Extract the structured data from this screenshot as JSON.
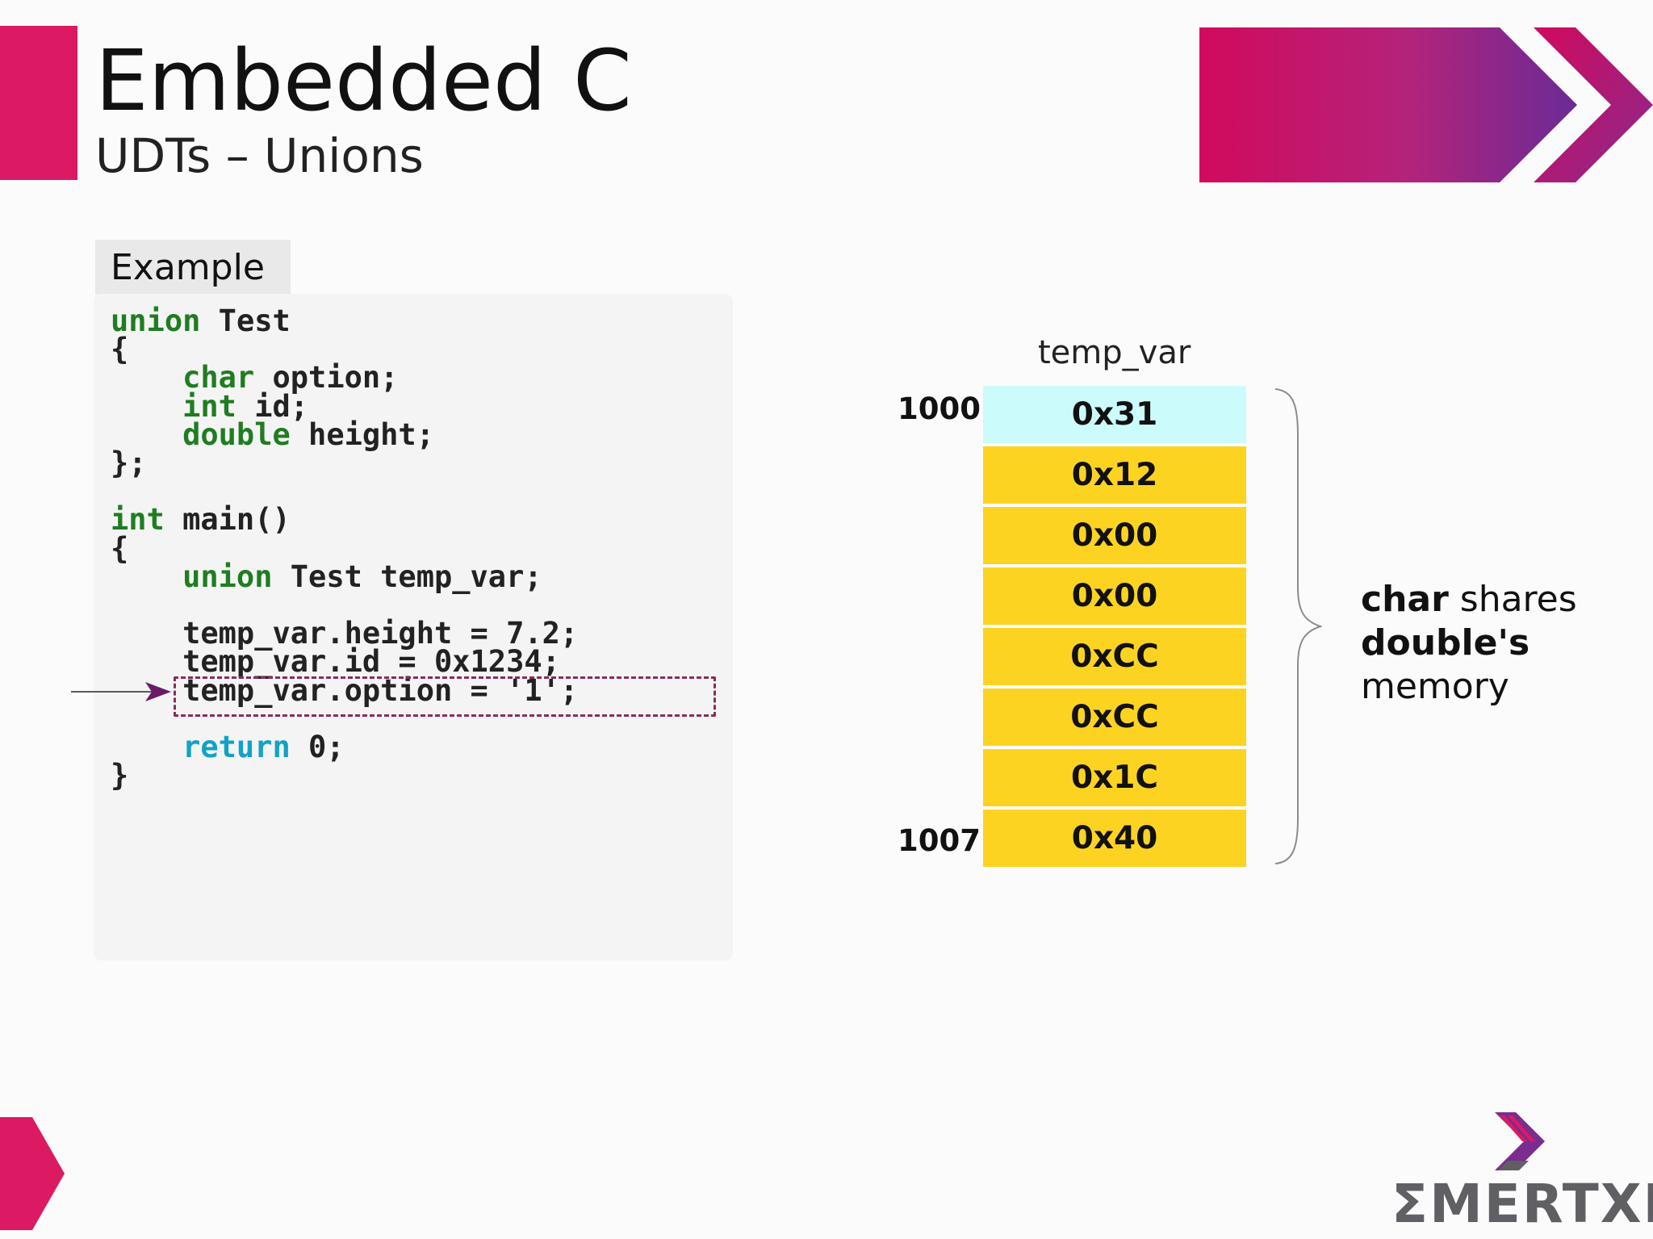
{
  "header": {
    "title": "Embedded C",
    "subtitle": "UDTs – Unions"
  },
  "example": {
    "label": "Example",
    "code_lines": [
      [
        {
          "t": "union",
          "c": "kw-green"
        },
        {
          "t": " Test"
        }
      ],
      [
        {
          "t": "{"
        }
      ],
      [
        {
          "t": "    "
        },
        {
          "t": "char",
          "c": "kw-green"
        },
        {
          "t": " option;"
        }
      ],
      [
        {
          "t": "    "
        },
        {
          "t": "int",
          "c": "kw-green"
        },
        {
          "t": " id;"
        }
      ],
      [
        {
          "t": "    "
        },
        {
          "t": "double",
          "c": "kw-green"
        },
        {
          "t": " height;"
        }
      ],
      [
        {
          "t": "};"
        }
      ],
      [
        {
          "t": ""
        }
      ],
      [
        {
          "t": "int",
          "c": "kw-green"
        },
        {
          "t": " main()"
        }
      ],
      [
        {
          "t": "{"
        }
      ],
      [
        {
          "t": "    "
        },
        {
          "t": "union",
          "c": "kw-green"
        },
        {
          "t": " Test temp_var;"
        }
      ],
      [
        {
          "t": ""
        }
      ],
      [
        {
          "t": "    temp_var.height = 7.2;"
        }
      ],
      [
        {
          "t": "    temp_var.id = 0x1234;"
        }
      ],
      [
        {
          "t": "    temp_var.option = '1';"
        }
      ],
      [
        {
          "t": ""
        }
      ],
      [
        {
          "t": "    "
        },
        {
          "t": "return",
          "c": "kw-cyan"
        },
        {
          "t": " 0;"
        }
      ],
      [
        {
          "t": "}"
        }
      ]
    ],
    "highlighted_line": 13
  },
  "memory": {
    "variable_name": "temp_var",
    "start_address": "1000",
    "end_address": "1007",
    "bytes": [
      "0x31",
      "0x12",
      "0x00",
      "0x00",
      "0xCC",
      "0xCC",
      "0x1C",
      "0x40"
    ],
    "active_byte_color": "#ccfbfb",
    "byte_color": "#fdd322"
  },
  "note": {
    "line1_bold": "char",
    "line1_rest": " shares",
    "line2_bold": "double's",
    "line3": "memory"
  },
  "logo": {
    "text": "ƩMERTXE"
  },
  "colors": {
    "accent": "#dc1a64",
    "purple": "#7b2c8f"
  }
}
